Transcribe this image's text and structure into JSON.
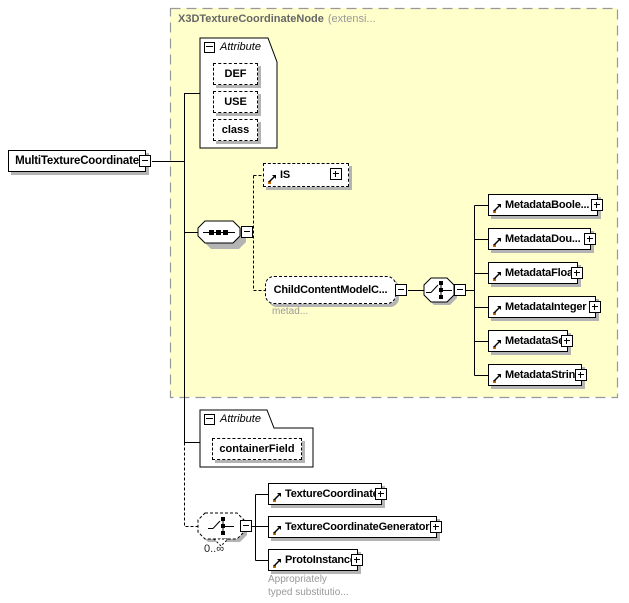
{
  "colors": {
    "region_bg": "#FFFFCC",
    "region_border": "#999999",
    "box_border": "#000000",
    "shadow": "#b4b4b4",
    "annotation_text": "#999999",
    "title_text": "#666666",
    "arrow_accent": "#cc6600"
  },
  "region": {
    "title": "X3DTextureCoordinateNode",
    "title_suffix": "(extensi..."
  },
  "root": {
    "label": "MultiTextureCoordinate"
  },
  "attribute_group_top": {
    "header": "Attribute",
    "items": [
      "DEF",
      "USE",
      "class"
    ]
  },
  "is_element": {
    "label": "IS"
  },
  "child_content_model": {
    "label": "ChildContentModelC...",
    "annotation": "metad..."
  },
  "metadata_elements": [
    "MetadataBoole...",
    "MetadataDou...",
    "MetadataFloat",
    "MetadataInteger",
    "MetadataSet",
    "MetadataString"
  ],
  "attribute_group_bottom": {
    "header": "Attribute",
    "items": [
      "containerField"
    ]
  },
  "choice_group": {
    "occurrence": "0..∞"
  },
  "substitution_elements": [
    "TextureCoordinate",
    "TextureCoordinateGenerator",
    "ProtoInstance"
  ],
  "substitution_annotation": [
    "Appropriately",
    "typed substitutio..."
  ]
}
